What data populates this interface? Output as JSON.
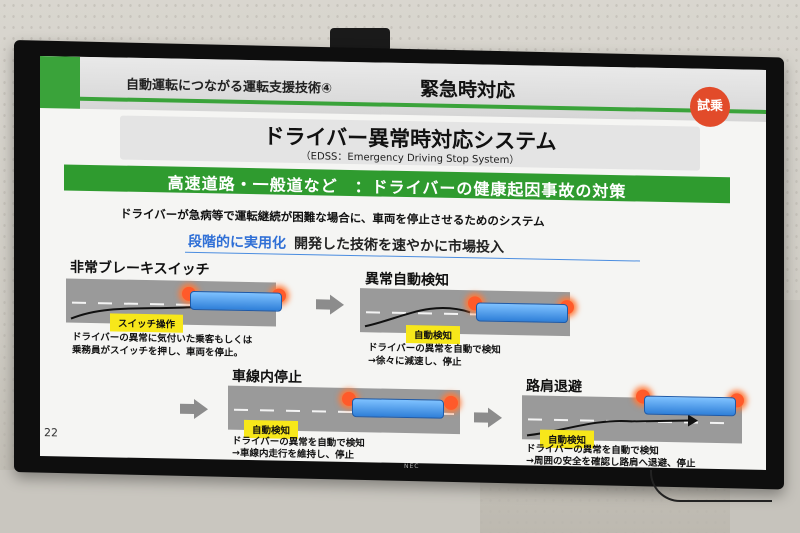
{
  "slide": {
    "header_sub": "自動運転につながる運転支援技術④",
    "header_main": "緊急時対応",
    "badge": "試乗",
    "title": "ドライバー異常時対応システム",
    "subtitle": "（EDSS：Emergency Driving Stop System）",
    "green_banner": "高速道路・一般道など　：ドライバーの健康起因事故の対策",
    "description": "ドライバーが急病等で運転継続が困難な場合に、車両を停止させるためのシステム",
    "stage_bold": "段階的に実用化",
    "stage_desc": "開発した技術を速やかに市場投入",
    "panels": [
      {
        "name": "非常ブレーキスイッチ",
        "label": "スイッチ操作",
        "caption1": "ドライバーの異常に気付いた乗客もしくは",
        "caption2": "乗務員がスイッチを押し、車両を停止。"
      },
      {
        "name": "異常自動検知",
        "label": "自動検知",
        "caption1": "ドライバーの異常を自動で検知",
        "caption2": "→徐々に減速し、停止"
      },
      {
        "name": "車線内停止",
        "label": "自動検知",
        "caption1": "ドライバーの異常を自動で検知",
        "caption2": "→車線内走行を維持し、停止"
      },
      {
        "name": "路肩退避",
        "label": "自動検知",
        "caption1": "ドライバーの異常を自動で検知",
        "caption2": "→周囲の安全を確認し路肩へ退避、停止"
      }
    ],
    "page_number": "22"
  },
  "monitor": {
    "brand": "NEC"
  },
  "colors": {
    "green": "#2f9b2f",
    "blue_text": "#2f6fd6",
    "badge": "#e24b2a",
    "label_yellow": "#f7e71a"
  }
}
